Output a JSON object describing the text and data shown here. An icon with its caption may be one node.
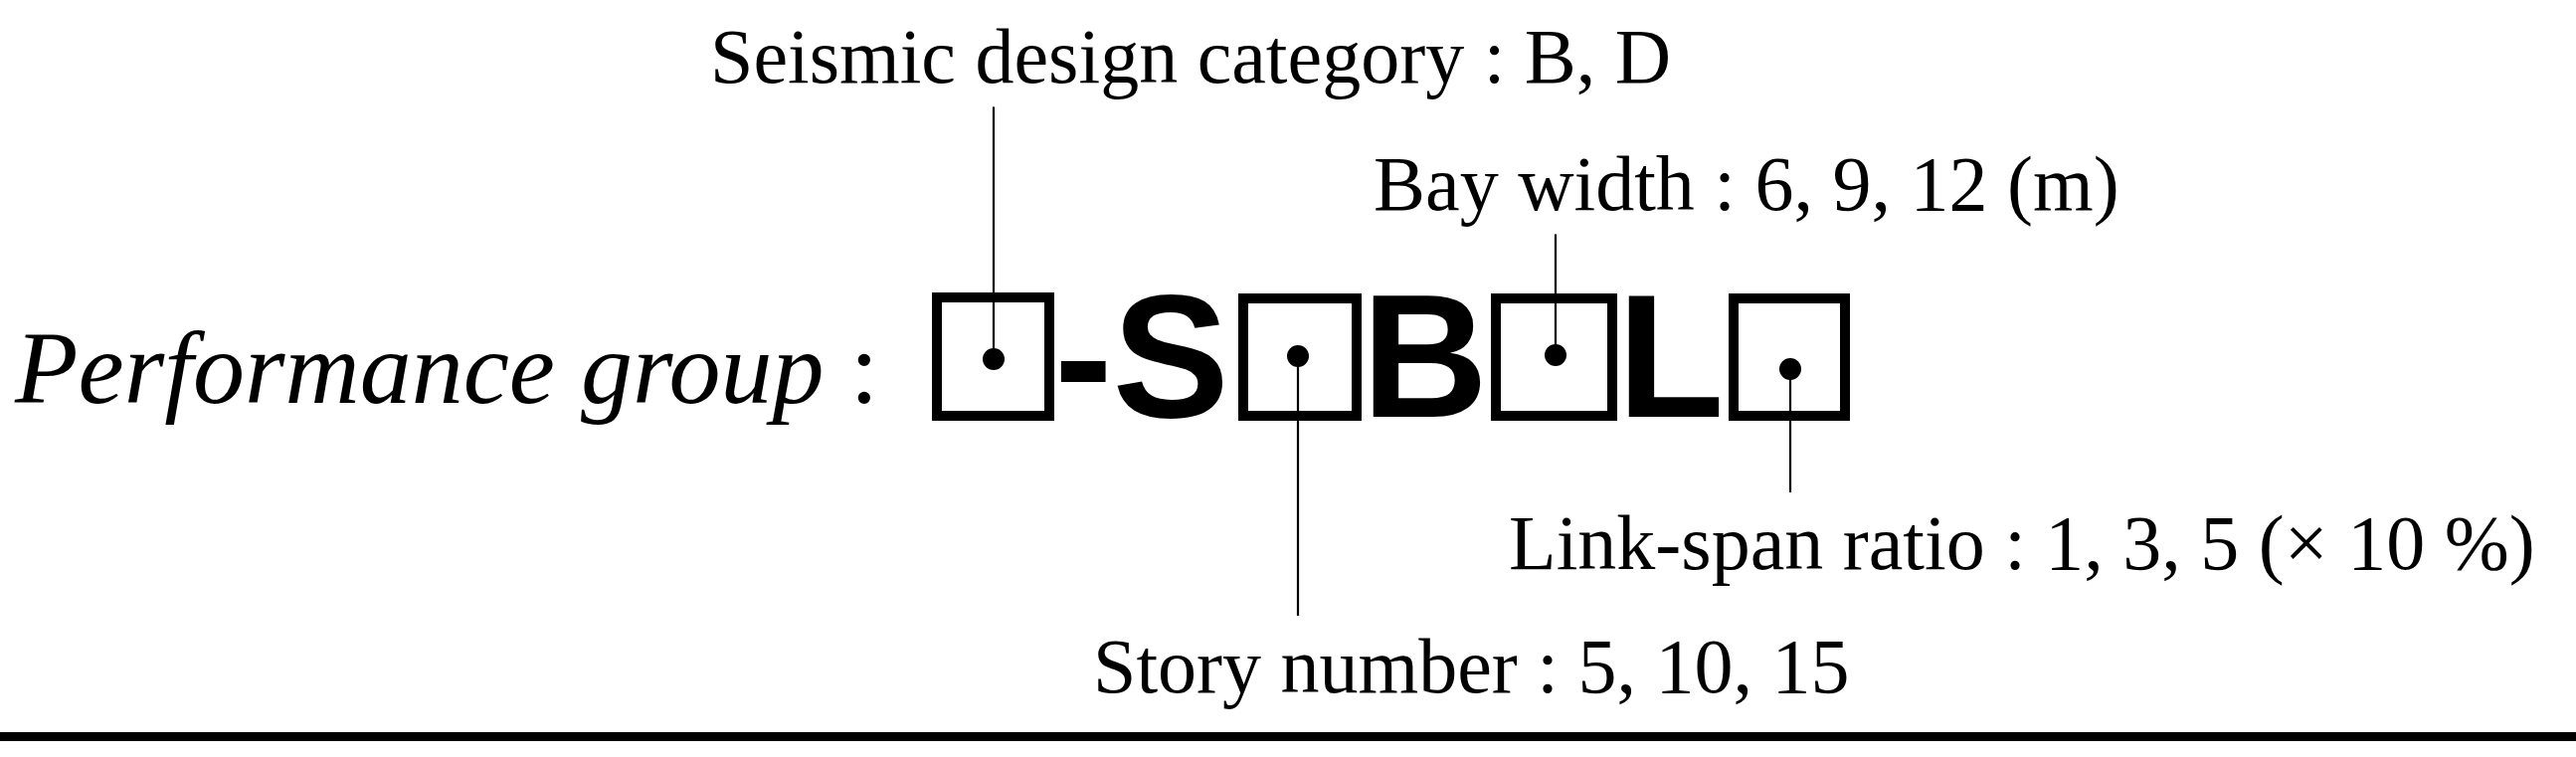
{
  "diagram": {
    "nodes": [
      {
        "text": [
          "Seismic design category : B, D"
        ]
      },
      {
        "text": [
          "Bay width : 6, 9, 12 (m)"
        ]
      },
      {
        "text": [],
        "shape": "box"
      },
      {
        "text": [],
        "shape": "box"
      },
      {
        "text": [],
        "shape": "box"
      },
      {
        "text": [],
        "shape": "box"
      },
      {
        "text": [
          "Link-span ratio : 1, 3, 5 (× 10 %)"
        ]
      },
      {
        "text": [
          "Story number : 5, 10, 15"
        ]
      }
    ],
    "edges": [
      {
        "from": 0,
        "to": 2,
        "arrow": "other"
      },
      {
        "from": 7,
        "to": 3,
        "arrow": "other"
      },
      {
        "from": 1,
        "to": 4,
        "arrow": "other"
      },
      {
        "from": 6,
        "to": 5,
        "arrow": "other"
      }
    ],
    "labels": [
      "*Performance group* :",
      "-S",
      "B",
      "L"
    ]
  }
}
